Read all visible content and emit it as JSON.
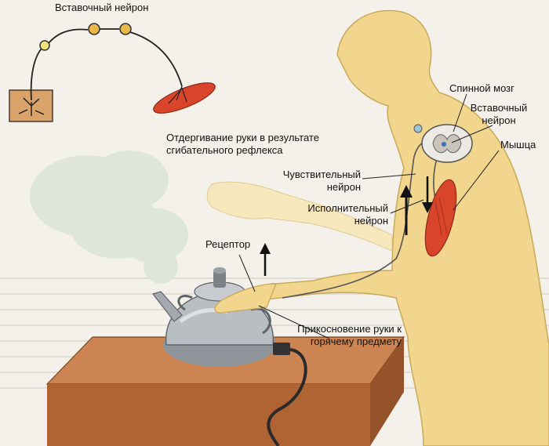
{
  "labels": {
    "interneuron_top": "Вставочный нейрон",
    "withdrawal": "Отдергивание руки в результате сгибательного рефлекса",
    "spinal_cord": "Спинной мозг",
    "interneuron": "Вставочный нейрон",
    "muscle": "Мышца",
    "sensory_neuron": "Чувствительный нейрон",
    "motor_neuron": "Исполнительный нейрон",
    "receptor": "Рецептор",
    "touch": "Прикосновение руки к горячему предмету"
  },
  "colors": {
    "background": "#f4f1ea",
    "body": "#f3d68d",
    "body_stroke": "#c9a85a",
    "muscle": "#d8452b",
    "steam": "#dfe7de",
    "table": "#b96a38",
    "table_top": "#cc8552",
    "kettle": "#b7bcc0",
    "neuron": "#2a2a2a",
    "soma": "#e8c95a"
  },
  "icons": [
    "kettle-icon",
    "hand-icon",
    "spinal-cord-icon",
    "muscle-icon",
    "arrow-up-icon",
    "arrow-down-icon"
  ]
}
